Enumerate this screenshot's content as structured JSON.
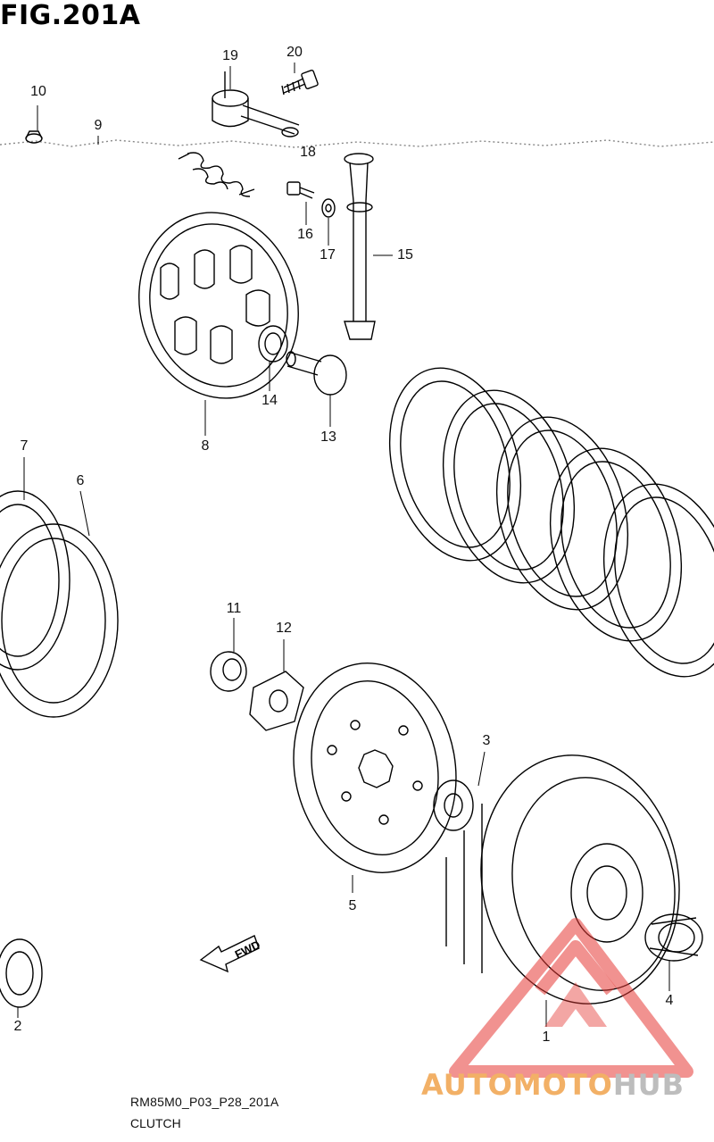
{
  "figure": {
    "title": "FIG.201A",
    "model_code": "RM85M0_P03_P28_201A",
    "section": "CLUTCH"
  },
  "callouts": [
    {
      "id": "c1",
      "text": "1"
    },
    {
      "id": "c2",
      "text": "2"
    },
    {
      "id": "c3",
      "text": "3"
    },
    {
      "id": "c4",
      "text": "4"
    },
    {
      "id": "c5",
      "text": "5"
    },
    {
      "id": "c6",
      "text": "6"
    },
    {
      "id": "c7",
      "text": "7"
    },
    {
      "id": "c8",
      "text": "8"
    },
    {
      "id": "c9",
      "text": "9"
    },
    {
      "id": "c10",
      "text": "10"
    },
    {
      "id": "c11",
      "text": "11"
    },
    {
      "id": "c12",
      "text": "12"
    },
    {
      "id": "c13",
      "text": "13"
    },
    {
      "id": "c14",
      "text": "14"
    },
    {
      "id": "c15",
      "text": "15"
    },
    {
      "id": "c16",
      "text": "16"
    },
    {
      "id": "c17",
      "text": "17"
    },
    {
      "id": "c18",
      "text": "18"
    },
    {
      "id": "c19",
      "text": "19"
    },
    {
      "id": "c20",
      "text": "20"
    }
  ],
  "direction_tag": "FWD",
  "watermark": {
    "part1": "AUTOMOTO",
    "part2": "HUB",
    "color_main": "#e53935",
    "color_text": "#f2b066",
    "color_text2": "#bdbdbd"
  }
}
